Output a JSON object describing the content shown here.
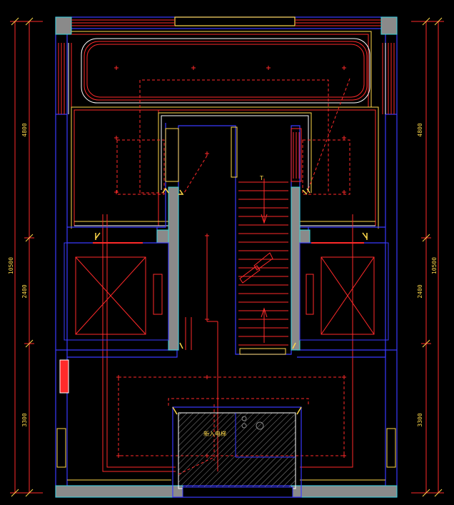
{
  "drawing": {
    "colors": {
      "background": "#000000",
      "wall": "#3a3aff",
      "wall_fill": "#8a8a8a",
      "accent_red": "#ff2a2a",
      "accent_yellow": "#ffd94a",
      "accent_white": "#ffffff",
      "cyan": "#39d7d7",
      "magenta": "#ff4aff"
    },
    "dimensions": {
      "left": {
        "total": "10500",
        "segments": [
          "4800",
          "2400",
          "3300"
        ]
      },
      "right": {
        "total": "10500",
        "segments": [
          "4800",
          "2400",
          "3300"
        ]
      }
    },
    "labels": {
      "stair_up_marker": "T",
      "room_label": "新入电梯"
    }
  }
}
